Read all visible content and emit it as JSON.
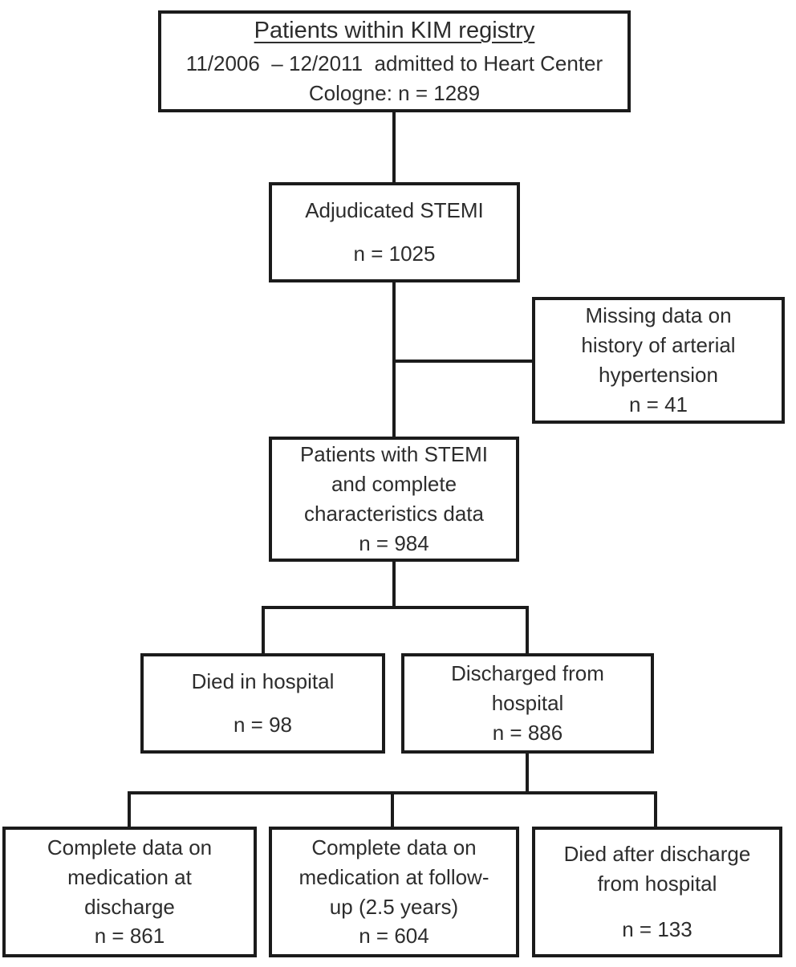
{
  "colors": {
    "background": "#ffffff",
    "box_border": "#1b1b1b",
    "connector": "#1b1b1b",
    "text": "#2d2d2d"
  },
  "diagram": {
    "type": "patient-flow-chart",
    "boxes": {
      "registry": {
        "title": "Patients within KIM registry",
        "lines": [
          "11/2006  – 12/2011  admitted to Heart Center",
          "Cologne: n = 1289"
        ]
      },
      "adjudicated": {
        "label": "Adjudicated STEMI",
        "n": "n = 1025"
      },
      "missing": {
        "lines": [
          "Missing data on",
          "history of arterial",
          "hypertension"
        ],
        "n": "n = 41"
      },
      "complete_characteristics": {
        "lines": [
          "Patients with STEMI",
          "and complete",
          "characteristics data"
        ],
        "n": "n = 984"
      },
      "died_in_hospital": {
        "label": "Died in hospital",
        "n": "n = 98"
      },
      "discharged": {
        "lines": [
          "Discharged from",
          "hospital"
        ],
        "n": "n = 886"
      },
      "medication_discharge": {
        "lines": [
          "Complete data on",
          "medication at",
          "discharge"
        ],
        "n": "n = 861"
      },
      "medication_followup": {
        "lines": [
          "Complete data on",
          "medication at follow-",
          "up (2.5 years)"
        ],
        "n": "n = 604"
      },
      "died_after_discharge": {
        "lines": [
          "Died after discharge",
          "from hospital"
        ],
        "n": "n = 133"
      }
    }
  }
}
